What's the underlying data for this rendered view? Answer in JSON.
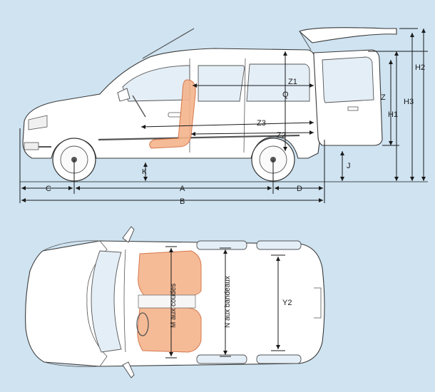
{
  "side_view": {
    "labels": {
      "A": "A",
      "B": "B",
      "C": "C",
      "D": "D",
      "K": "K",
      "J": "J",
      "Z": "Z",
      "Z1": "Z1",
      "Z2": "Z2",
      "Z3": "Z3",
      "Q": "Q",
      "H1": "H1",
      "H2": "H2",
      "H3": "H3"
    }
  },
  "top_view": {
    "labels": {
      "M": "M aux coudes",
      "N": "N aux bandeaux",
      "Y2": "Y2"
    }
  },
  "colors": {
    "background": "#cfe3f1",
    "seat": "#f4b48c",
    "line": "#1a1a1a"
  }
}
